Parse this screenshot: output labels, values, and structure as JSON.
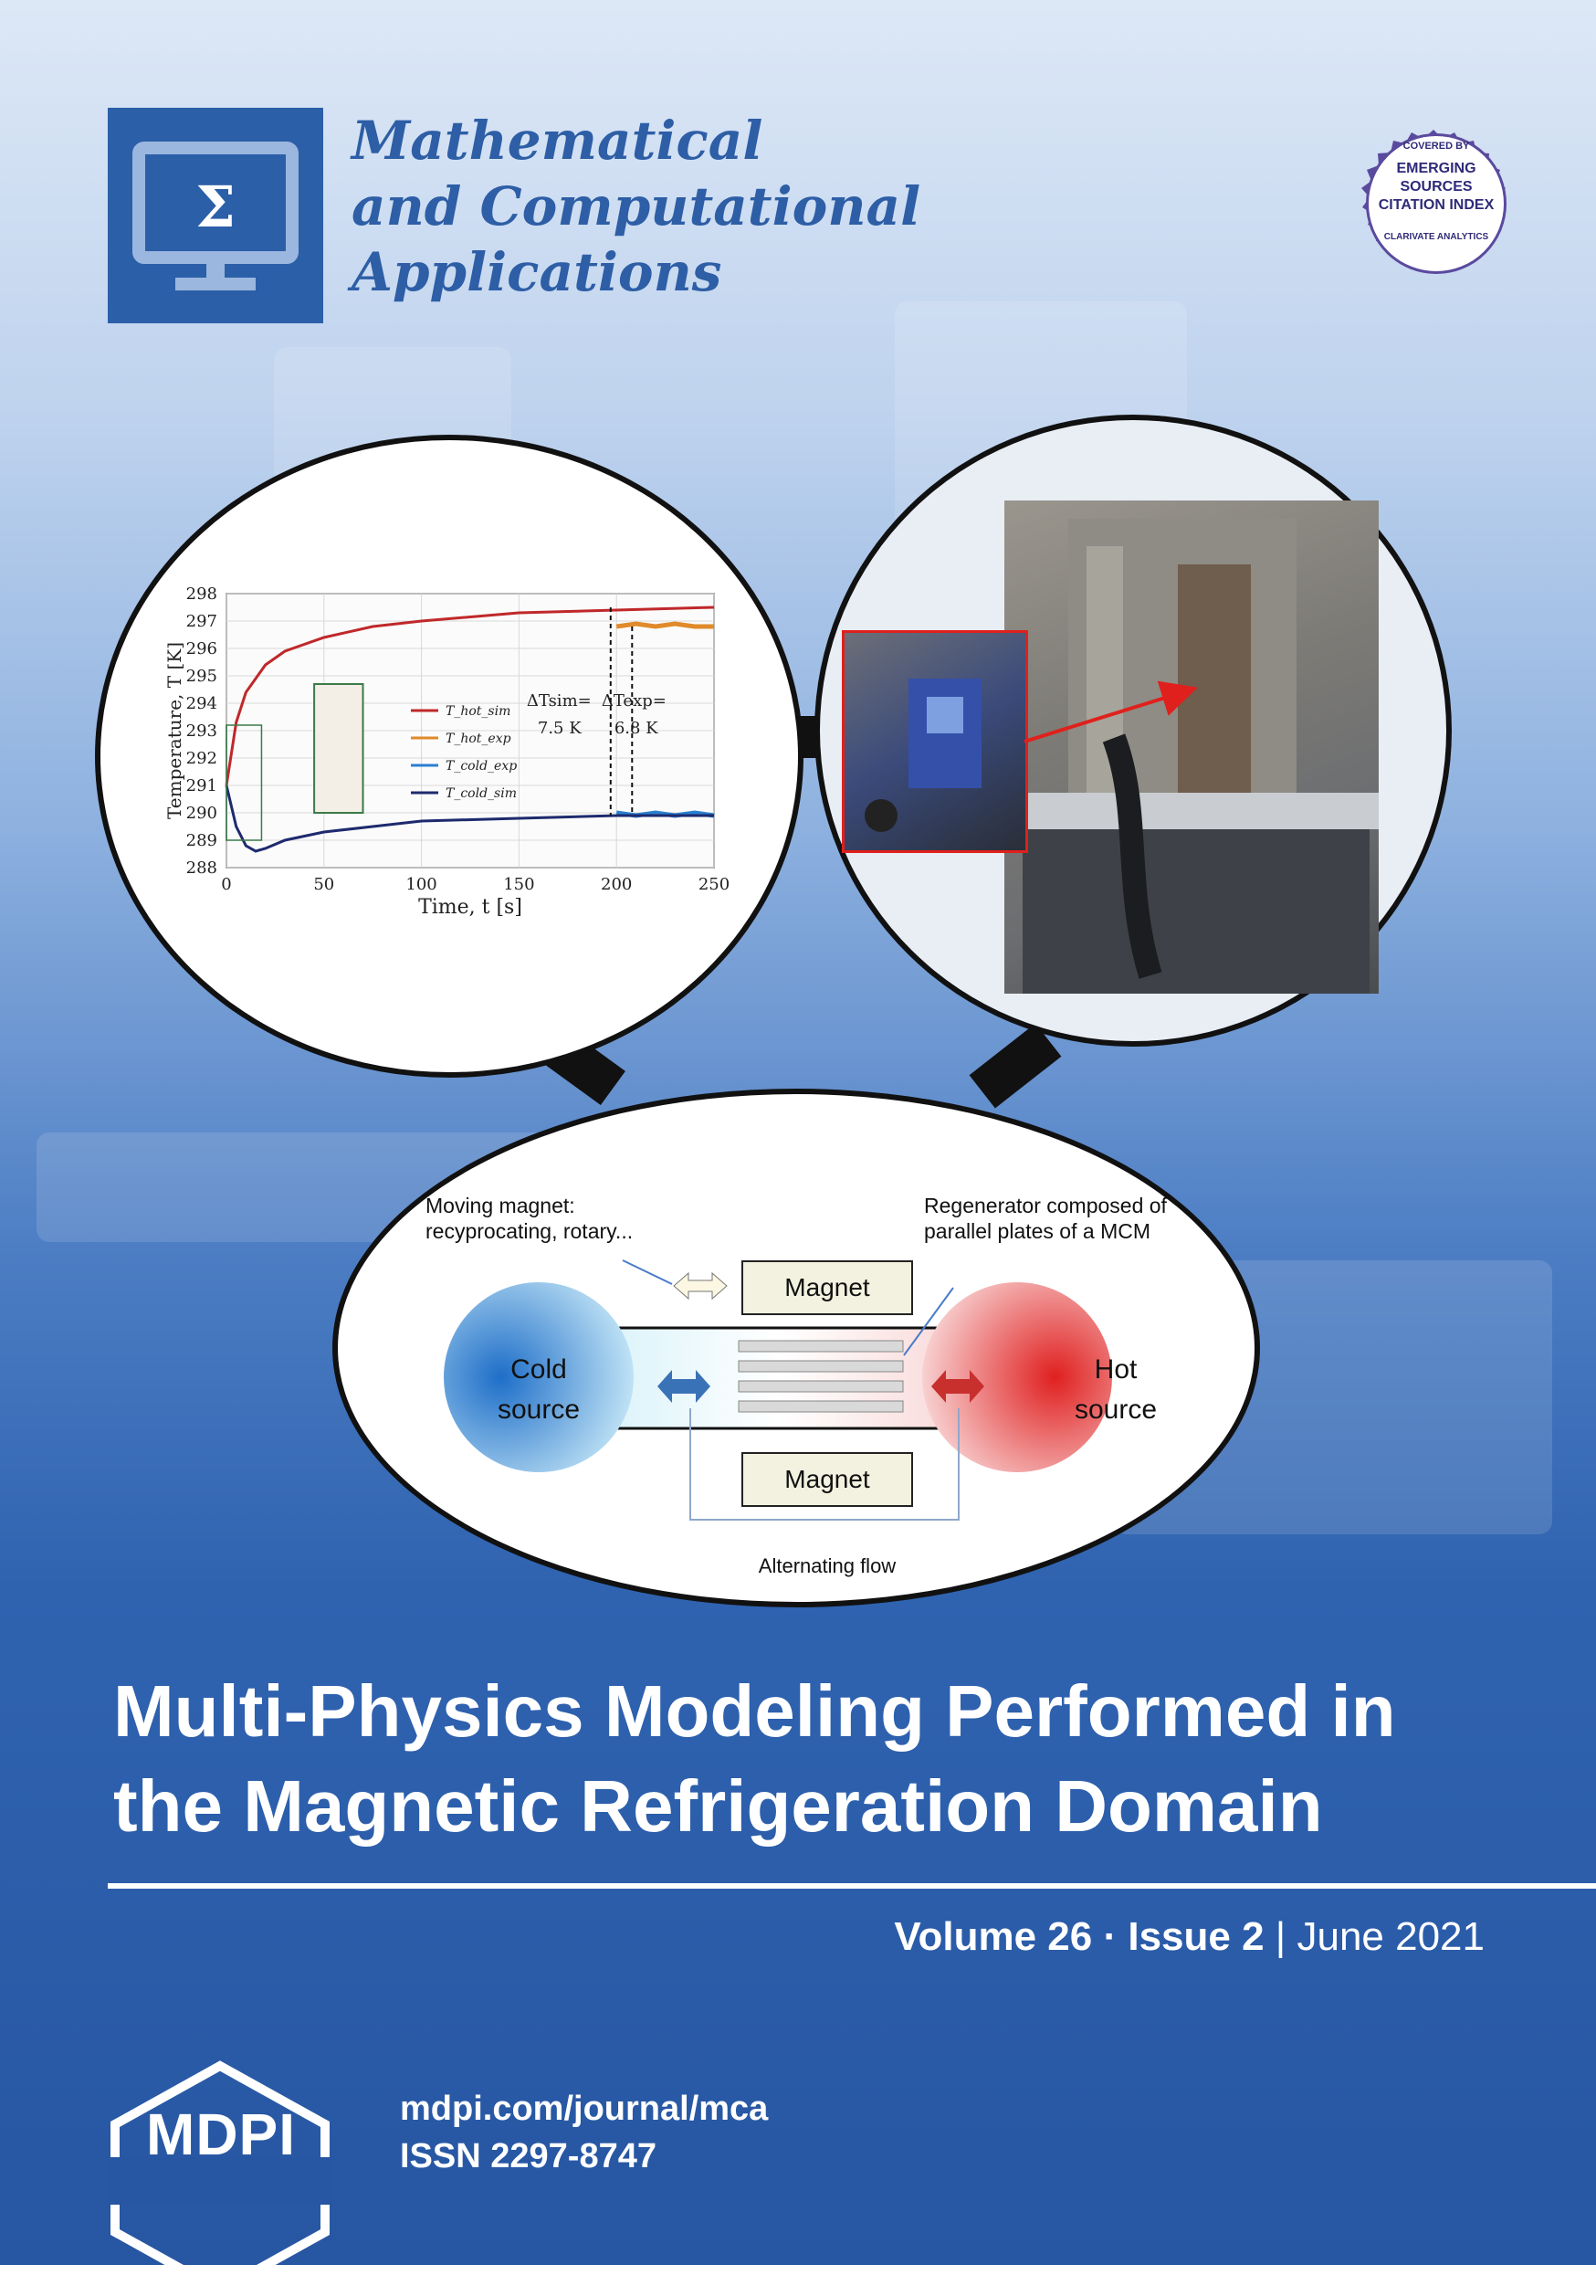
{
  "journal": {
    "name_line1": "Mathematical",
    "name_line2": "and Computational",
    "name_line3": "Applications",
    "logo_symbol": "Σ",
    "logo_icon": "monitor-sigma-icon",
    "brand_color": "#2b5fa8"
  },
  "badge": {
    "top": "COVERED BY",
    "line1": "EMERGING",
    "line2": "SOURCES",
    "line3": "CITATION INDEX",
    "bottom": "CLARIVATE ANALYTICS"
  },
  "chart_data": {
    "type": "line",
    "xlabel": "Time, t [s]",
    "ylabel": "Temperature, T [K]",
    "xlim": [
      0,
      250
    ],
    "ylim": [
      288,
      298
    ],
    "xticks": [
      0,
      50,
      100,
      150,
      200,
      250
    ],
    "yticks": [
      288,
      289,
      290,
      291,
      292,
      293,
      294,
      295,
      296,
      297,
      298
    ],
    "grid": true,
    "legend_position": "center",
    "series": [
      {
        "name": "T_hot_sim",
        "color": "#c0282a",
        "x": [
          0,
          5,
          10,
          20,
          30,
          50,
          75,
          100,
          150,
          200,
          250
        ],
        "y": [
          291.0,
          293.3,
          294.4,
          295.4,
          295.9,
          296.4,
          296.8,
          297.0,
          297.3,
          297.4,
          297.5
        ]
      },
      {
        "name": "T_hot_exp",
        "color": "#e08a2a",
        "x": [
          200,
          210,
          220,
          230,
          240,
          250
        ],
        "y": [
          296.8,
          296.9,
          296.8,
          296.9,
          296.8,
          296.8
        ]
      },
      {
        "name": "T_cold_exp",
        "color": "#2a7fd0",
        "x": [
          200,
          210,
          220,
          230,
          240,
          250
        ],
        "y": [
          290.0,
          289.9,
          290.0,
          289.9,
          290.0,
          289.9
        ]
      },
      {
        "name": "T_cold_sim",
        "color": "#1e2a6e",
        "x": [
          0,
          5,
          10,
          15,
          20,
          30,
          50,
          75,
          100,
          150,
          200,
          250
        ],
        "y": [
          291.0,
          289.5,
          288.8,
          288.6,
          288.7,
          289.0,
          289.3,
          289.5,
          289.7,
          289.8,
          289.9,
          289.9
        ]
      }
    ],
    "annotations": [
      {
        "text_main": "ΔT",
        "sub": "sim",
        "eq": "=",
        "value": "7.5 K"
      },
      {
        "text_main": "ΔT",
        "sub": "exp",
        "eq": "=",
        "value": "6.8 K"
      }
    ]
  },
  "diagram": {
    "moving_magnet_line1": "Moving magnet:",
    "moving_magnet_line2": "recyprocating, rotary...",
    "regenerator_line1": "Regenerator composed of",
    "regenerator_line2": "parallel plates of a MCM",
    "magnet_top": "Magnet",
    "magnet_bottom": "Magnet",
    "cold_line1": "Cold",
    "cold_line2": "source",
    "hot_line1": "Hot",
    "hot_line2": "source",
    "flow_label": "Alternating flow",
    "cold_color": "#1e6ec8",
    "hot_color": "#e02020"
  },
  "article": {
    "title_line1": "Multi-Physics Modeling Performed in",
    "title_line2": "the Magnetic Refrigeration Domain"
  },
  "issue": {
    "volume": "Volume 26",
    "separator": "·",
    "issue": "Issue 2",
    "bar": "|",
    "date": "June 2021"
  },
  "publisher": {
    "logo_word": "MDPI",
    "url": "mdpi.com/journal/mca",
    "issn": "ISSN 2297-8747"
  }
}
